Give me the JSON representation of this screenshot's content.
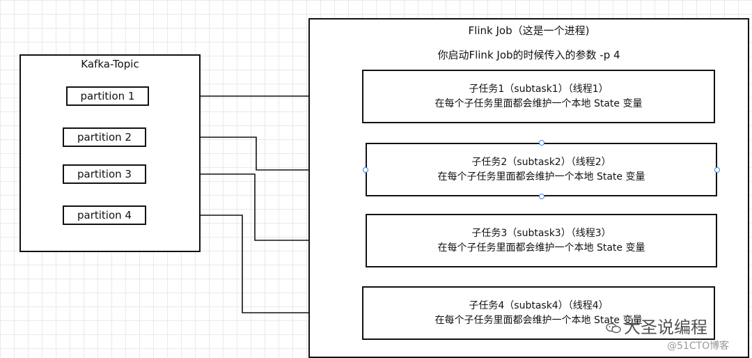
{
  "kafka": {
    "title": "Kafka-Topic",
    "partitions": [
      "partition 1",
      "partition 2",
      "partition 3",
      "partition 4"
    ]
  },
  "flink": {
    "title": "Flink Job（这是一个进程)",
    "subtitle": "你启动Flink Job的时候传入的参数 -p 4",
    "subtasks": [
      {
        "title": "子任务1（subtask1）（线程1）",
        "desc": "在每个子任务里面都会维护一个本地 State 变量"
      },
      {
        "title": "子任务2（subtask2）（线程2）",
        "desc": "在每个子任务里面都会维护一个本地 State 变量"
      },
      {
        "title": "子任务3（subtask3）（线程3）",
        "desc": "在每个子任务里面都会维护一个本地 State 变量"
      },
      {
        "title": "子任务4（subtask4）（线程4）",
        "desc": "在每个子任务里面都会维护一个本地 State 变量"
      }
    ]
  },
  "watermark": {
    "text": "大圣说编程",
    "blog": "@51CTO博客"
  },
  "colors": {
    "line": "#111111",
    "grid": "#e9e9e9",
    "handle": "#3b82f6"
  }
}
